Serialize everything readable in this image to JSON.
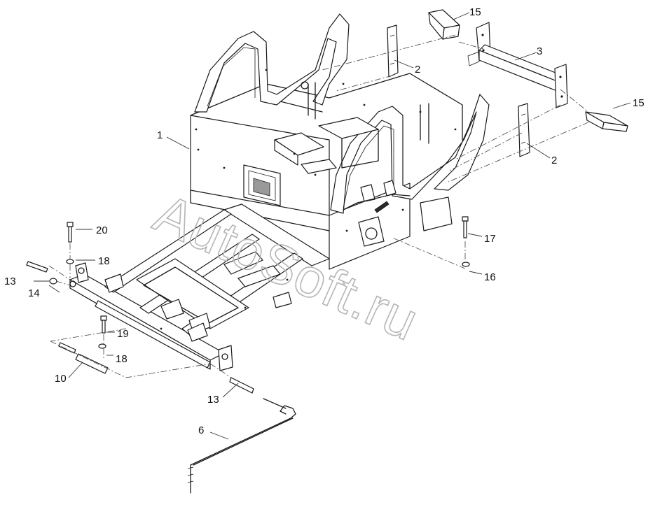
{
  "watermark": "AutoSoft.ru",
  "callouts": [
    {
      "id": "c1",
      "label": "1"
    },
    {
      "id": "c2a",
      "label": "2"
    },
    {
      "id": "c2b",
      "label": "2"
    },
    {
      "id": "c3",
      "label": "3"
    },
    {
      "id": "c6",
      "label": "6"
    },
    {
      "id": "c10",
      "label": "10"
    },
    {
      "id": "c13a",
      "label": "13"
    },
    {
      "id": "c13b",
      "label": "13"
    },
    {
      "id": "c14",
      "label": "14"
    },
    {
      "id": "c15a",
      "label": "15"
    },
    {
      "id": "c15b",
      "label": "15"
    },
    {
      "id": "c16",
      "label": "16"
    },
    {
      "id": "c17",
      "label": "17"
    },
    {
      "id": "c18a",
      "label": "18"
    },
    {
      "id": "c18b",
      "label": "18"
    },
    {
      "id": "c19",
      "label": "19"
    },
    {
      "id": "c20",
      "label": "20"
    }
  ]
}
